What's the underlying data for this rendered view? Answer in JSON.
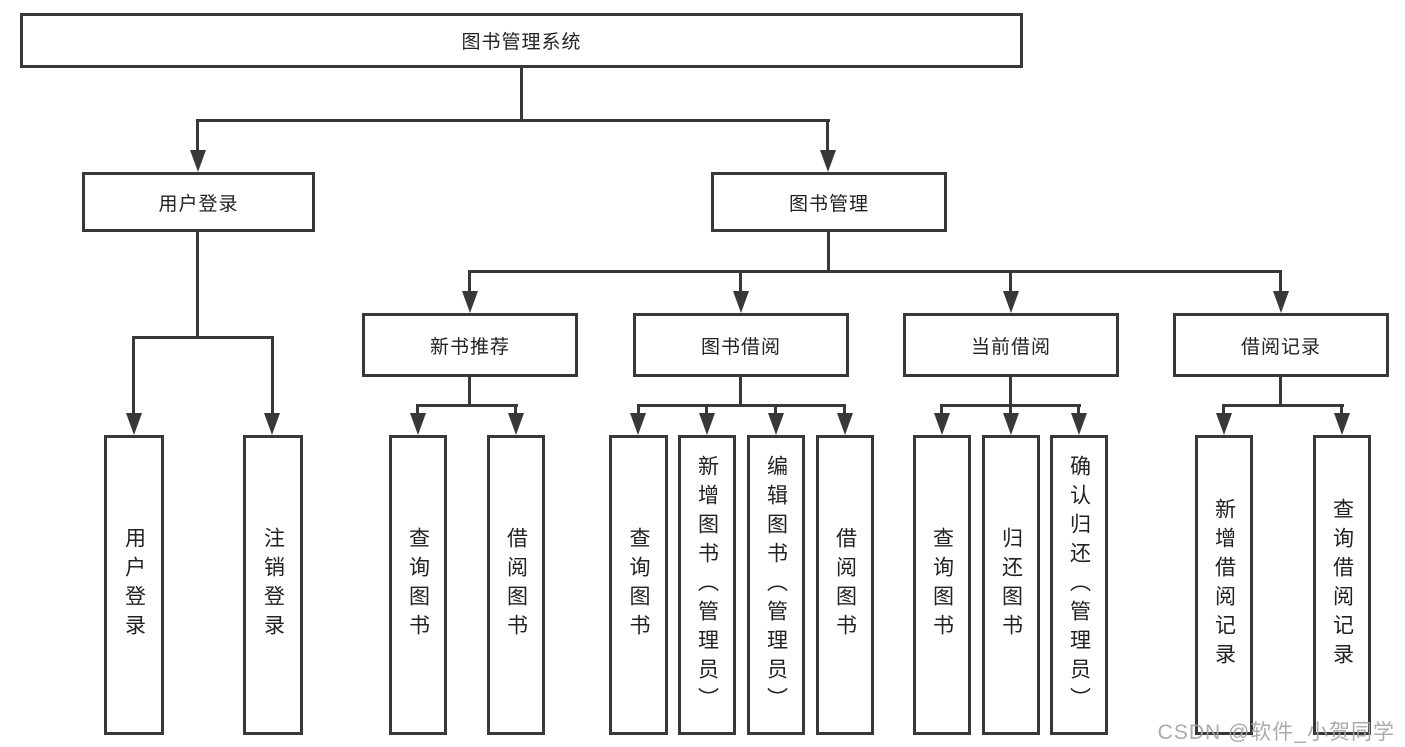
{
  "watermark": "CSDN @软件_小贺同学",
  "colors": {
    "line": "#383838",
    "text": "#222222",
    "watermark": "#a4a4a4",
    "background": "#ffffff"
  },
  "tree": {
    "label": "图书管理系统",
    "children": [
      {
        "label": "用户登录",
        "children": [
          {
            "label": "用户登录"
          },
          {
            "label": "注销登录"
          }
        ]
      },
      {
        "label": "图书管理",
        "children": [
          {
            "label": "新书推荐",
            "children": [
              {
                "label": "查询图书"
              },
              {
                "label": "借阅图书"
              }
            ]
          },
          {
            "label": "图书借阅",
            "children": [
              {
                "label": "查询图书"
              },
              {
                "label": "新增图书（管理员）"
              },
              {
                "label": "编辑图书（管理员）"
              },
              {
                "label": "借阅图书"
              }
            ]
          },
          {
            "label": "当前借阅",
            "children": [
              {
                "label": "查询图书"
              },
              {
                "label": "归还图书"
              },
              {
                "label": "确认归还（管理员）"
              }
            ]
          },
          {
            "label": "借阅记录",
            "children": [
              {
                "label": "新增借阅记录"
              },
              {
                "label": "查询借阅记录"
              }
            ]
          }
        ]
      }
    ]
  }
}
